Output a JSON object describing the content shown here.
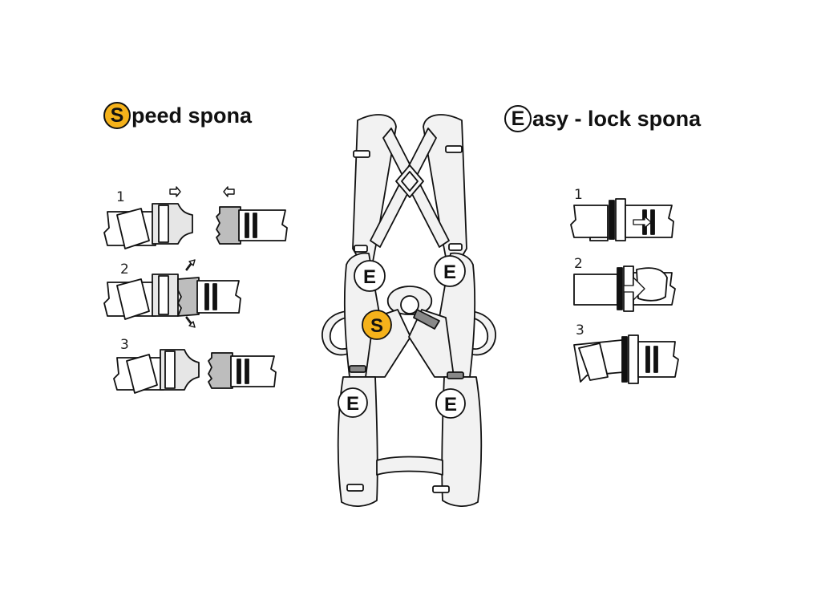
{
  "speed_title": {
    "letter": "S",
    "text": "peed spona"
  },
  "easy_title": {
    "letter": "E",
    "text": "asy - lock spona"
  },
  "speed_steps": [
    "1",
    "2",
    "3"
  ],
  "easy_steps": [
    "1",
    "2",
    "3"
  ],
  "harness_markers": [
    "E",
    "E",
    "S",
    "E",
    "E"
  ],
  "colors": {
    "speed_marker": "#f5b21b",
    "easy_marker": "#ffffff",
    "outline": "#111111",
    "webbing": "#f2f2f2"
  }
}
